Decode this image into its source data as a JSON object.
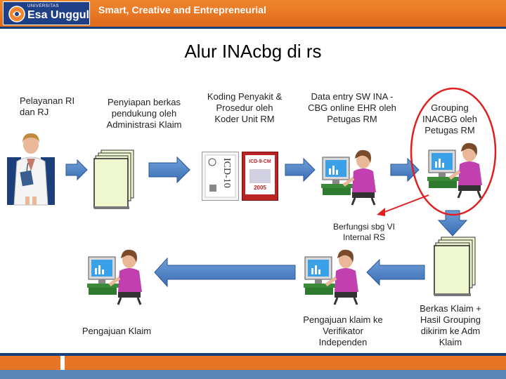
{
  "header": {
    "logo_small": "UNIVERSITAS",
    "logo_name": "Esa Unggul",
    "tagline": "Smart, Creative and Entrepreneurial"
  },
  "title": "Alur INAcbg di rs",
  "steps": {
    "pelayanan": "Pelayanan RI dan RJ",
    "penyiapan": "Penyiapan berkas pendukung oleh Administrasi Klaim",
    "koding": "Koding Penyakit & Prosedur oleh Koder Unit RM",
    "data_entry": "Data entry SW INA -CBG online EHR oleh Petugas RM",
    "grouping": "Grouping INACBG oleh Petugas RM",
    "berfungsi": "Berfungsi sbg VI Internal RS",
    "berkas": "Berkas Klaim + Hasil Grouping dikirim ke Adm Klaim",
    "pengajuan_verifikator": "Pengajuan klaim ke Verifikator Independen",
    "pengajuan": "Pengajuan Klaim"
  },
  "books": {
    "icd10": "ICD-10",
    "icd9": "ICD-9-CM",
    "icd9_year": "2005"
  },
  "colors": {
    "header_orange": "#e87525",
    "navy": "#1f3f86",
    "arrow_blue": "#4a82c7",
    "highlight_red": "#e02020",
    "paper": "#eef7cf"
  },
  "icons": [
    "doctor-icon",
    "documents-icon",
    "icd-books-icon",
    "computer-user-icon",
    "arrow-icon"
  ]
}
